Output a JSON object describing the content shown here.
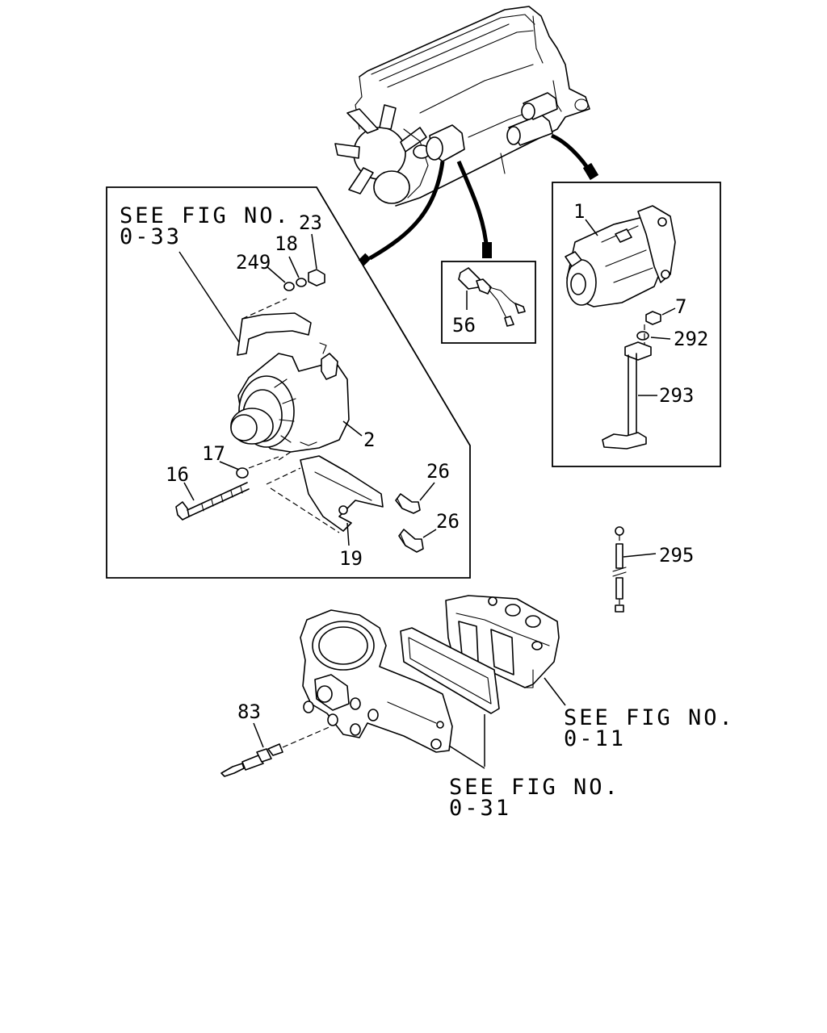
{
  "references": {
    "alternator_ref": [
      "SEE FIG NO.",
      "0-33"
    ],
    "cylinder_head_ref": [
      "SEE FIG NO.",
      "0-11"
    ],
    "cover_ref": [
      "SEE FIG NO.",
      "0-31"
    ]
  },
  "part_numbers": {
    "p1": "1",
    "p2": "2",
    "p7": "7",
    "p16": "16",
    "p17": "17",
    "p18": "18",
    "p19": "19",
    "p23": "23",
    "p26a": "26",
    "p26b": "26",
    "p56": "56",
    "p83": "83",
    "p249": "249",
    "p292": "292",
    "p293": "293",
    "p295": "295"
  }
}
